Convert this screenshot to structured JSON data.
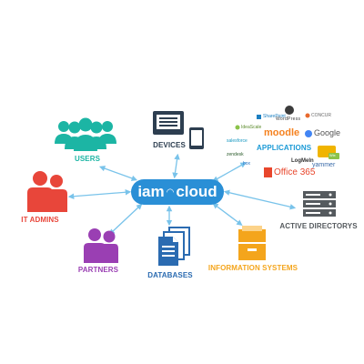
{
  "hub": {
    "part1": "iam",
    "part2": "cloud"
  },
  "nodes": {
    "users": "USERS",
    "devices": "DEVICES",
    "applications": "APPLICATIONS",
    "it_admins": "IT ADMINS",
    "active_directorys": "ACTIVE DIRECTORYS",
    "partners": "PARTNERS",
    "databases": "DATABASES",
    "information_systems": "INFORMATION SYSTEMS"
  },
  "apps": {
    "sharepoint": "SharePoint",
    "wordpress": "WordPress",
    "concur": "CONCUR",
    "ideascale": "IdeaScale",
    "moodle": "moodle",
    "google": "Google",
    "salesforce": "salesforce",
    "zendesk": "zendesk",
    "yammer": "yammer",
    "office365": "Office 365",
    "logmein": "LogMeIn",
    "wix": "Wix",
    "box": "box"
  },
  "colors": {
    "users": "#1cb5a4",
    "devices": "#2d3e50",
    "applications": "#1b9ad6",
    "it_admins": "#e8463a",
    "active_directorys": "#555a5e",
    "partners": "#9a3fb3",
    "databases": "#2b6bb1",
    "information_systems": "#f4a51c",
    "connector": "#79c3ea",
    "hub": "#2a8fd6"
  }
}
